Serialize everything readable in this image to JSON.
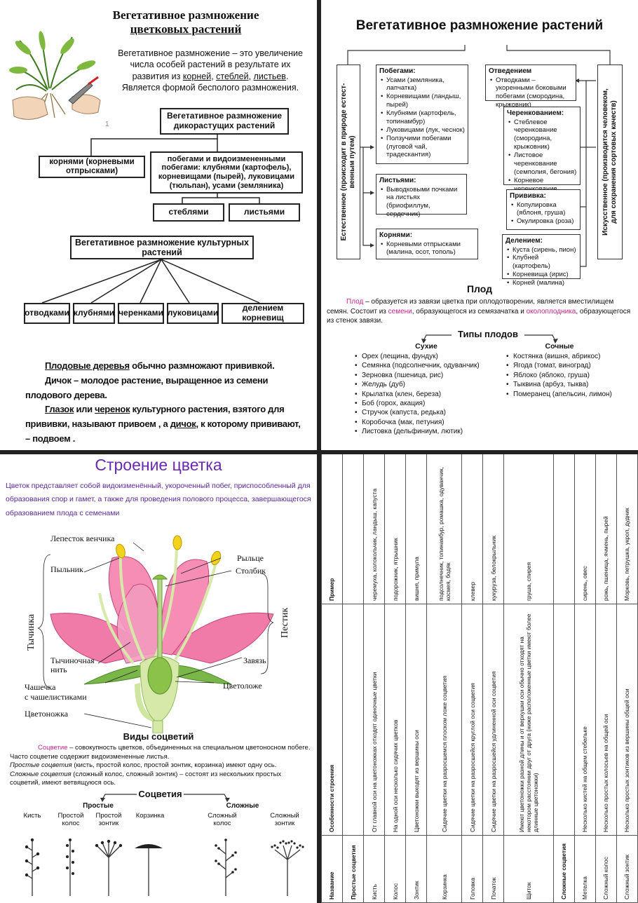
{
  "q1": {
    "title_line1": "Вегетативное размножение",
    "title_line2": "цветковых растений",
    "def": {
      "p1": "Вегетативное размножение – это увеличение числа особей растений в результате их развития из ",
      "roots": "корней",
      "c1": ", ",
      "stems": "стеблей",
      "c2": ", ",
      "leaves": "листьев",
      "p2": ". Является формой бесполого размножения."
    },
    "wild": "Вегетативное размножение дикорастущих растений",
    "roots_box": "корнями (корневыми отпрысками)",
    "shoots_box": "побегами и видоизмененными побегами: клубнями (картофель), корневищами (пырей), луковицами (тюльпан), усами (земляника)",
    "stems_box": "стеблями",
    "leaves_box": "листьями",
    "cult": "Вегетативное размножение культурных растений",
    "cult_items": [
      "отводками",
      "клубнями",
      "черенками",
      "луковицами",
      "делением корневищ"
    ],
    "page_mark": "1",
    "t1": {
      "a": "Плодовые деревья",
      "b": " обычно размножают прививкой."
    },
    "t2": {
      "a": "Дичок",
      "b": " – молодое растение, выращенное из семени плодового дерева."
    },
    "t3": {
      "a": "Глазок",
      "b": " или ",
      "c": "черенок",
      "d": " культурного растения, взятого для прививки, называют привоем , а ",
      "e": "дичок",
      "f": ", к которому прививают, – подвоем ."
    }
  },
  "q2": {
    "title": "Вегетативное размножение растений",
    "natural": "Естественное (происходит в природе естест-\nвенным путем)",
    "artificial": "Искусственное (производится человеком,\nдля сохранения сортовых качеств)",
    "shoots": {
      "head": "Побегами:",
      "items": [
        "Усами (земляника, лапчатка)",
        "Корневищами (ландыш, пырей)",
        "Клубнями (картофель, топинамбур)",
        "Луковицами (лук, чеснок)",
        "Ползучими побегами (луговой чай, традескантия)"
      ]
    },
    "leaves": {
      "head": "Листьями:",
      "items": [
        "Выводковыми почками на листьях (бриофиллум, сердечник)"
      ]
    },
    "roots": {
      "head": "Корнями:",
      "items": [
        "Корневыми отпрысками (малина, осот, тополь)"
      ]
    },
    "layers": {
      "head": "Отведением",
      "items": [
        "Отводками – укоренными боковыми побегами (смородина, крыжовник)"
      ]
    },
    "cuttings": {
      "head": "Черенкованием:",
      "items": [
        "Стеблевое черенкование (смородина, крыжовник)",
        "Листовое черенкование (семполия, бегония)",
        "Корневое черенкование (хрен, малина)"
      ]
    },
    "graft": {
      "head": "Прививка:",
      "items": [
        "Копулировка (яблоня, груша)",
        "Окулировка (роза)"
      ]
    },
    "division": {
      "head": "Делением:",
      "items": [
        "Куста (сирень, пион)",
        "Клубней (картофель)",
        "Корневища (ирис)",
        "Корней (малина)"
      ]
    },
    "fruit_title": "Плод",
    "fruit_def": {
      "a": "Плод",
      "b": " – образуется из завязи цветка при оплодотворении, является вместилищем семян. Состоит из ",
      "c": "семени",
      "d": ", образующегося из семязачатка и ",
      "e": "околоплодника",
      "f": ", образующегося из стенок завязи."
    },
    "types_title": "Типы плодов",
    "dry_title": "Сухие",
    "dry": [
      "Орех (лещина, фундук)",
      "Семянка (подсолнечник, одуванчик)",
      "Зерновка (пшеница, рис)",
      "Желудь (дуб)",
      "Крылатка (клен, береза)",
      "Боб (горох, акация)",
      "Стручок (капуста, редька)",
      "Коробочка (мак, петуния)",
      "Листовка (дельфиниум, лютик)"
    ],
    "juicy_title": "Сочные",
    "juicy": [
      "Костянка (вишня, абрикос)",
      "Ягода (томат, виноград)",
      "Яблоко (яблоко, груша)",
      "Тыквина (арбуз, тыква)",
      "Померанец (апельсин, лимон)"
    ],
    "colors": {
      "accent": "#c8238a"
    }
  },
  "q3": {
    "title": "Строение цветка",
    "intro": "Цветок представляет собой видоизменённый, укороченный побег, приспособленный для образования спор и гамет, а также для проведения полового процесса, завершающегося образованием плода с семенами",
    "labels": {
      "petal": "Лепесток венчика",
      "anther": "Пыльник",
      "stigma": "Рыльце",
      "style": "Столбик",
      "stamen": "Тычинка",
      "pistil": "Пестик",
      "filament1": "Тычиночная",
      "filament2": "нить",
      "ovary": "Завязь",
      "calyx1": "Чашечка",
      "calyx2": "с чашелистиками",
      "receptacle": "Цветоложе",
      "pedicel": "Цветоножка"
    },
    "infl_title": "Виды соцветий",
    "infl_def": {
      "a": "Соцветие",
      "b": " – совокупность цветков, объединенных на специальном цветоносном побеге. Часто соцветие содержит видоизмененные листья."
    },
    "simple_line": {
      "a": "Простые соцветия",
      "b": " (кисть, простой колос, простой зонтик, корзинка) имеют одну ось."
    },
    "complex_line": {
      "a": "Сложные соцветия",
      "b": " (сложный колос, сложный зонтик) – состоят из нескольких простых соцветий, имеют ветвящуюся ось."
    },
    "sub_title": "Соцветия",
    "simple_head": "Простые",
    "complex_head": "Сложные",
    "kinds": {
      "raceme": "Кисть",
      "spike1": "Простой",
      "spike2": "колос",
      "umbel1": "Простой",
      "umbel2": "зонтик",
      "capitulum": "Корзинка",
      "cspike1": "Сложный",
      "cspike2": "колос",
      "cumbel1": "Сложный",
      "cumbel2": "зонтик"
    },
    "colors": {
      "title": "#6a2ab0",
      "intro": "#5a2596",
      "petal": "#f07aa8",
      "stem": "#d6e9a8"
    }
  },
  "q4": {
    "headers": [
      "Название",
      "Особенности строения",
      "Пример"
    ],
    "simple_section": "Простые соцветия",
    "simple_rows": [
      [
        "Кисть",
        "От главной оси на цветоножках отходят одиночные цветки",
        "черемуха, колокольчик, ландыш, капуста"
      ],
      [
        "Колос",
        "На одной оси несколько сидячих цветков",
        "подорожник, ятрышник"
      ],
      [
        "Зонтик",
        "Цветоножки выходят из вершины оси",
        "вишня, примула"
      ],
      [
        "Корзинка",
        "Сидячие цветки на разросшемся плоском ложе соцветия",
        "подсолнечник, топинамбур, ромашка, одуванчик, космея, бодяк"
      ],
      [
        "Головка",
        "Сидячие цветки на разросшейся круглой оси соцветия",
        "клевер"
      ],
      [
        "Початок",
        "Сидячие цветки на разросшейся удлиненной оси соцветия",
        "кукуруза, белокрыльник"
      ],
      [
        "Щиток",
        "Имеют цветоножки разной длины и от верхушки оси обычно отходят на некотором расстоянии друг от друга (ниже расположенные цветки имеют более длинные цветоножки)",
        "груша, спирея"
      ]
    ],
    "complex_section": "Сложные соцветия",
    "complex_rows": [
      [
        "Метелка",
        "Несколько кистей на общем стебельке",
        "сирень, овес"
      ],
      [
        "Сложный колос",
        "Несколько простых колосьев на общей оси",
        "рожь, пшеница, ячмень, пырей"
      ],
      [
        "Сложный зонтик",
        "Несколько простых зонтиков из вершины общей оси",
        "Морковь, петрушка, укроп, дудник"
      ]
    ]
  }
}
